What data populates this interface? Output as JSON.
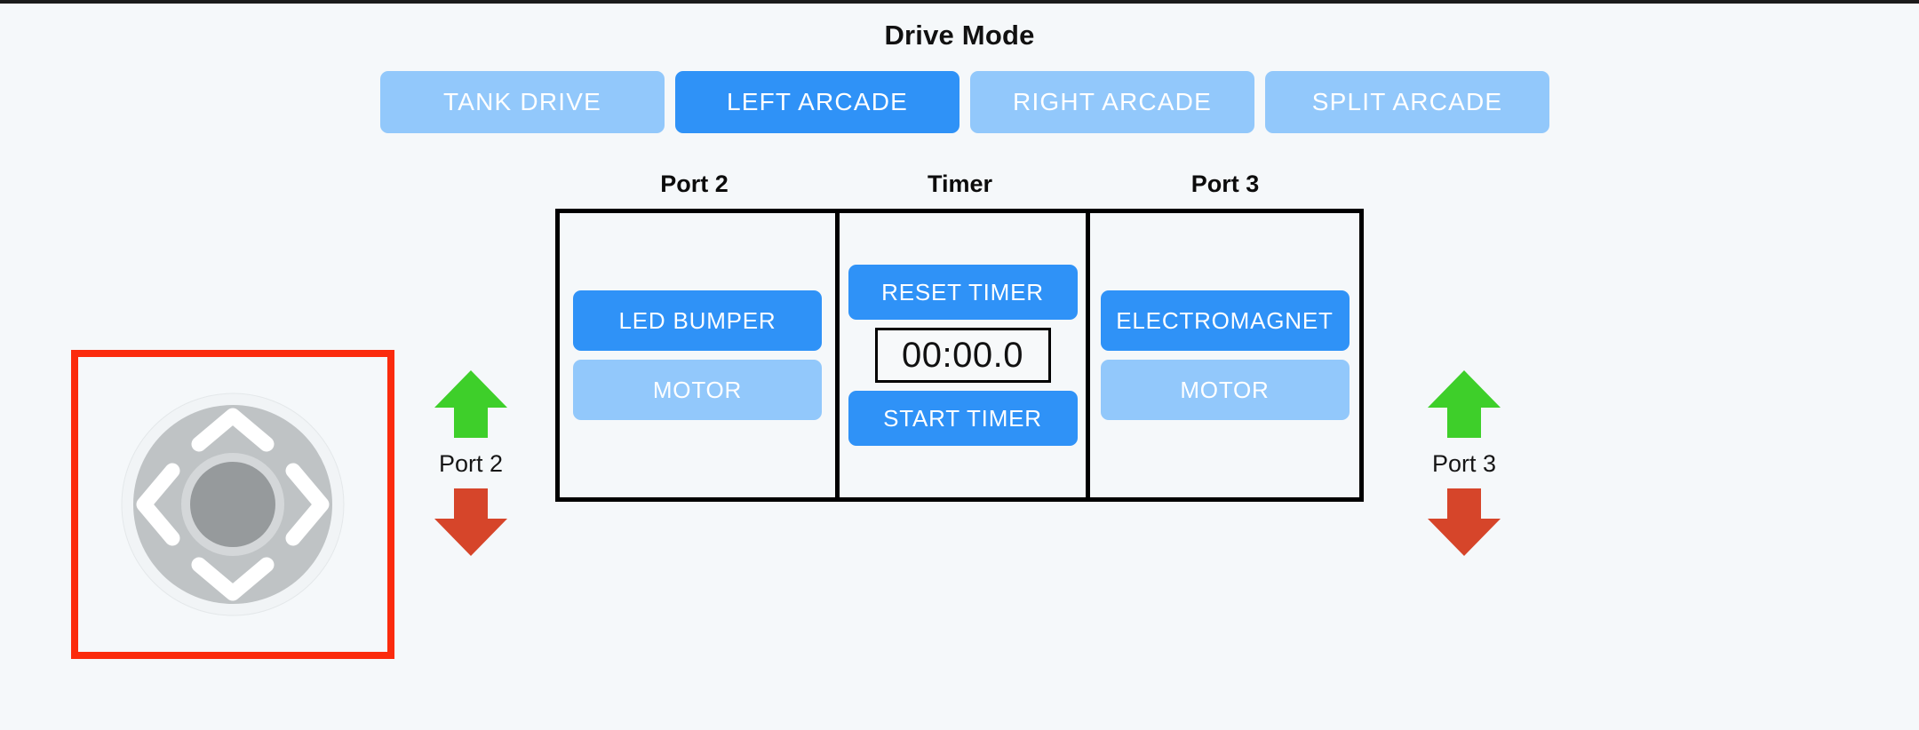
{
  "header": {
    "title": "Drive Mode"
  },
  "drive_modes": {
    "selected": "LEFT ARCADE",
    "options": [
      {
        "label": "TANK DRIVE",
        "active": false
      },
      {
        "label": "LEFT ARCADE",
        "active": true
      },
      {
        "label": "RIGHT ARCADE",
        "active": false
      },
      {
        "label": "SPLIT ARCADE",
        "active": false
      }
    ]
  },
  "panel": {
    "captions": {
      "port2": "Port 2",
      "timer": "Timer",
      "port3": "Port 3"
    },
    "port2": {
      "buttons": [
        {
          "label": "LED BUMPER",
          "state": "on"
        },
        {
          "label": "MOTOR",
          "state": "off"
        }
      ]
    },
    "timer": {
      "reset_label": "RESET TIMER",
      "display": "00:00.0",
      "start_label": "START TIMER"
    },
    "port3": {
      "buttons": [
        {
          "label": "ELECTROMAGNET",
          "state": "on"
        },
        {
          "label": "MOTOR",
          "state": "off"
        }
      ]
    }
  },
  "dpad": {
    "directions": [
      "up",
      "left",
      "right",
      "down"
    ],
    "highlight_color": "#fb2b0d"
  },
  "port_arrows": {
    "left": {
      "label": "Port 2",
      "up_color": "#3ecf2a",
      "down_color": "#d6452a"
    },
    "right": {
      "label": "Port 3",
      "up_color": "#3ecf2a",
      "down_color": "#d6452a"
    }
  },
  "colors": {
    "background": "#f5f8fa",
    "accent_active": "#2f92f7",
    "accent_inactive": "#92c8fb",
    "border": "#000000",
    "highlight": "#fb2b0d",
    "arrow_green": "#3ecf2a",
    "arrow_red": "#d6452a"
  }
}
